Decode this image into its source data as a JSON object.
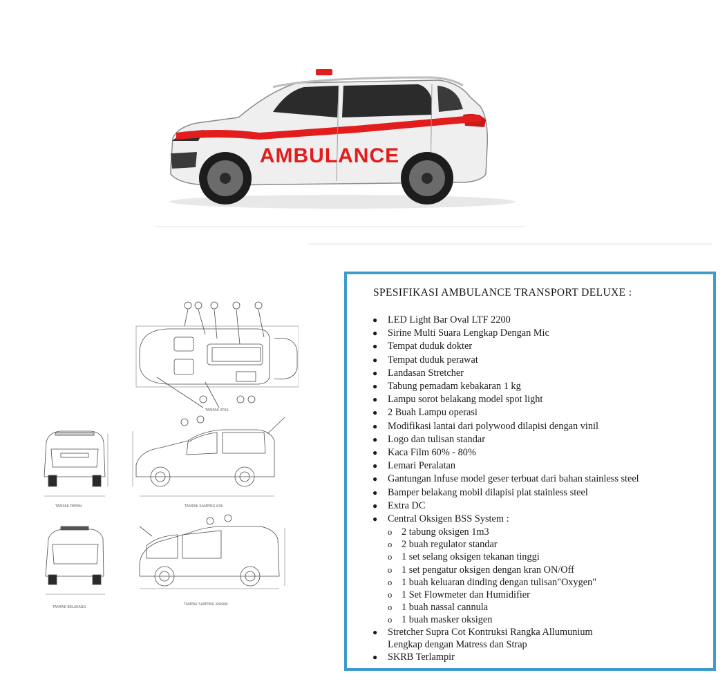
{
  "hero": {
    "vehicle_label": "AMBULANCE",
    "colors": {
      "stripe": "#e31c1c",
      "body": "#ececec",
      "beacon": "#e31c1c"
    }
  },
  "spec": {
    "title": "SPESIFIKASI AMBULANCE TRANSPORT DELUXE :",
    "border_color": "#3d9cc9",
    "items": [
      "LED Light Bar Oval LTF 2200",
      "Sirine Multi Suara Lengkap Dengan Mic",
      "Tempat duduk dokter",
      "Tempat duduk perawat",
      "Landasan Stretcher",
      "Tabung pemadam kebakaran 1 kg",
      "Lampu sorot belakang model spot light",
      "2 Buah Lampu operasi",
      "Modifikasi lantai dari polywood dilapisi dengan vinil",
      "Logo dan tulisan standar",
      "Kaca Film 60% - 80%",
      "Lemari Peralatan",
      "Gantungan Infuse model geser terbuat dari bahan stainless steel",
      "Bamper belakang mobil dilapisi plat stainless steel",
      "Extra DC",
      "Central Oksigen BSS System :"
    ],
    "sub_items": [
      "2 tabung oksigen 1m3",
      "2 buah regulator standar",
      "1 set selang oksigen tekanan tinggi",
      "1 set pengatur oksigen dengan kran ON/Off",
      "1 buah keluaran dinding dengan tulisan\"Oxygen\"",
      "1 Set Flowmeter dan Humidifier",
      "1 buah nassal cannula",
      "1 buah masker oksigen"
    ],
    "stretcher_line1": "Stretcher Supra Cot Kontruksi Rangka Allumunium",
    "stretcher_line2": "Lengkap dengan Matress dan Strap",
    "last_item": "SKRB Terlampir",
    "bullet": "●",
    "sub_bullet": "o"
  }
}
